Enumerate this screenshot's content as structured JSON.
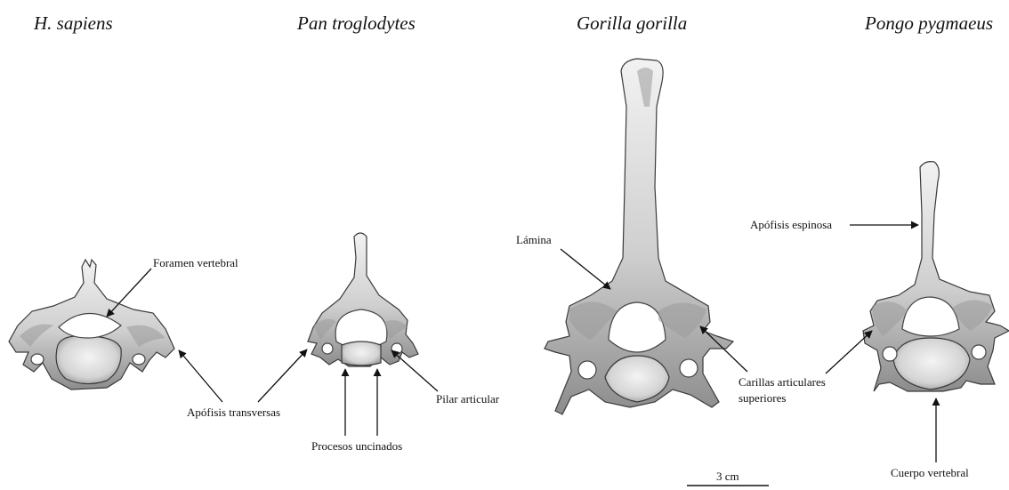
{
  "species": {
    "h_sapiens": "H. sapiens",
    "pan": "Pan troglodytes",
    "gorilla": "Gorilla gorilla",
    "pongo": "Pongo pygmaeus"
  },
  "labels": {
    "foramen_vertebral": "Foramen vertebral",
    "apofisis_transversas": "Apófisis transversas",
    "procesos_uncinados": "Procesos uncinados",
    "pilar_articular": "Pilar articular",
    "lamina": "Lámina",
    "carillas_line1": "Carillas articulares",
    "carillas_line2": "superiores",
    "apofisis_espinosa": "Apófisis espinosa",
    "cuerpo_vertebral": "Cuerpo vertebral"
  },
  "scale_bar": {
    "label": "3 cm"
  }
}
